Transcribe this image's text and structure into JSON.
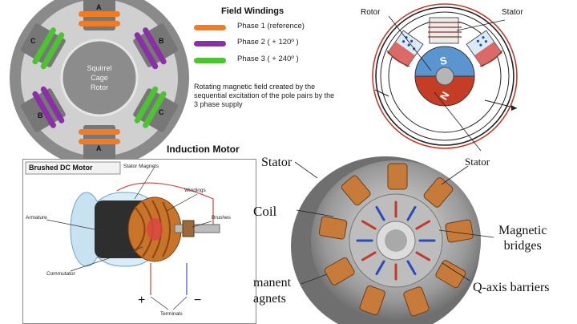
{
  "induction": {
    "pole_labels": {
      "top": "A",
      "bottom": "A",
      "upper_left": "C",
      "upper_right": "B",
      "lower_left": "B",
      "lower_right": "C"
    },
    "rotor_label": [
      "Squirrel",
      "Cage",
      "Rotor"
    ],
    "legend_title": "Field Windings",
    "legend": [
      {
        "label": "Phase 1 (reference)",
        "color": "#f07d25"
      },
      {
        "label": "Phase 2 ( + 120º )",
        "color": "#8b2fa6"
      },
      {
        "label": "Phase 3 ( + 240º )",
        "color": "#4cc432"
      }
    ],
    "note": "Rotating magnetic field created by the sequential excitation of the pole pairs by the 3 phase supply",
    "title": "Induction Motor"
  },
  "pm_rotor": {
    "rotor_label": "Rotor",
    "stator_label": "Stator",
    "pole_s": "S",
    "pole_n": "N",
    "colors": {
      "south": "#5b95d0",
      "north": "#c43d24"
    }
  },
  "dc_motor": {
    "title": "Brushed DC Motor",
    "labels": {
      "stator_magnets": "Stator Magnets",
      "windings": "Windings",
      "armature": "Armature",
      "brushes": "Brushes",
      "commutator": "Commutator",
      "terminals": "Terminals",
      "plus": "+",
      "minus": "−"
    }
  },
  "pm_3d": {
    "labels": {
      "stator_left": "Stator",
      "stator_right": "Stator",
      "coil": "Coil",
      "magnetic_bridges": "Magnetic\nbridges",
      "permanent": "manent",
      "magnets": "agnets",
      "q_axis": "Q-axis barriers"
    }
  }
}
